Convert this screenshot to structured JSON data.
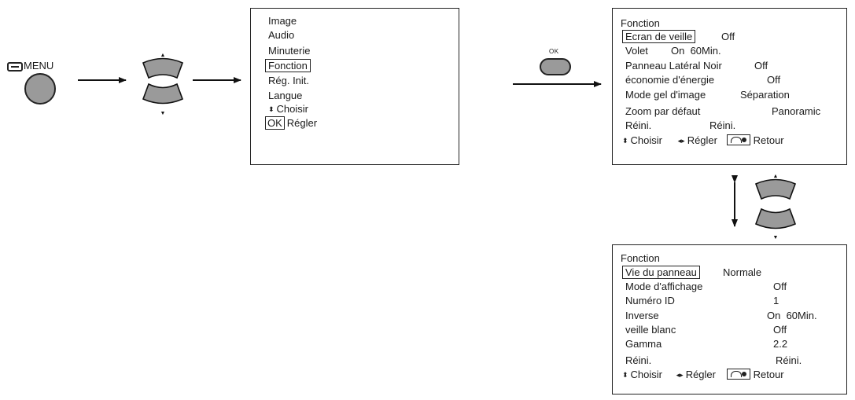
{
  "menu_button": {
    "label": "MENU"
  },
  "ok_button": {
    "label": "OK"
  },
  "main_menu": {
    "items": [
      "Image",
      "Audio",
      "Minuterie",
      "Fonction",
      "Rég. Init.",
      "Langue"
    ],
    "choose_label": "Choisir",
    "ok_key": "OK",
    "set_label": "Régler"
  },
  "fonction_page1": {
    "title": "Fonction",
    "rows": [
      {
        "label": "Ecran de veille",
        "value": "Off"
      },
      {
        "label": "Volet",
        "value": "On  60Min."
      },
      {
        "label": "Panneau Latéral Noir",
        "value": "Off"
      },
      {
        "label": "économie d'énergie",
        "value": "Off"
      },
      {
        "label": "Mode gel d'image",
        "value": "Séparation"
      },
      {
        "label": "Zoom par défaut",
        "value": "Panoramic"
      },
      {
        "label": "Réini.",
        "value": "Réini."
      }
    ],
    "footer": {
      "choose": "Choisir",
      "set": "Régler",
      "back": "Retour"
    }
  },
  "fonction_page2": {
    "title": "Fonction",
    "rows": [
      {
        "label": "Vie du panneau",
        "value": "Normale"
      },
      {
        "label": "Mode d'affichage",
        "value": "Off"
      },
      {
        "label": "Numéro ID",
        "value": "1"
      },
      {
        "label": "Inverse",
        "value": "On  60Min."
      },
      {
        "label": "veille blanc",
        "value": "Off"
      },
      {
        "label": "Gamma",
        "value": "2.2"
      },
      {
        "label": "Réini.",
        "value": "Réini."
      }
    ],
    "footer": {
      "choose": "Choisir",
      "set": "Régler",
      "back": "Retour"
    }
  }
}
